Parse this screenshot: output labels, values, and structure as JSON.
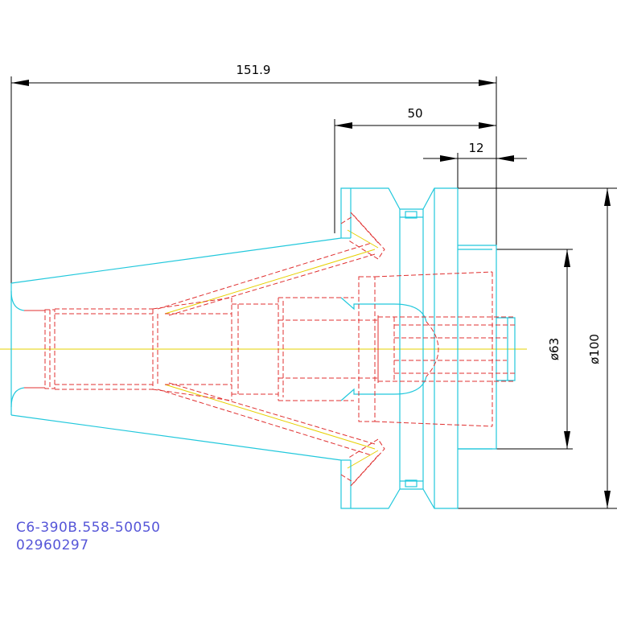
{
  "dimensions": {
    "overall_length": "151.9",
    "flange_length": "50",
    "shank_offset": "12",
    "shank_diameter": "ø63",
    "flange_diameter": "ø100"
  },
  "part": {
    "code": "C6-390B.558-50050",
    "number": "02960297"
  },
  "colors": {
    "outline": "#22c8dc",
    "hidden": "#e03030",
    "centerline": "#e6d000",
    "dimension": "#000000",
    "text_blue": "#5656d8"
  }
}
